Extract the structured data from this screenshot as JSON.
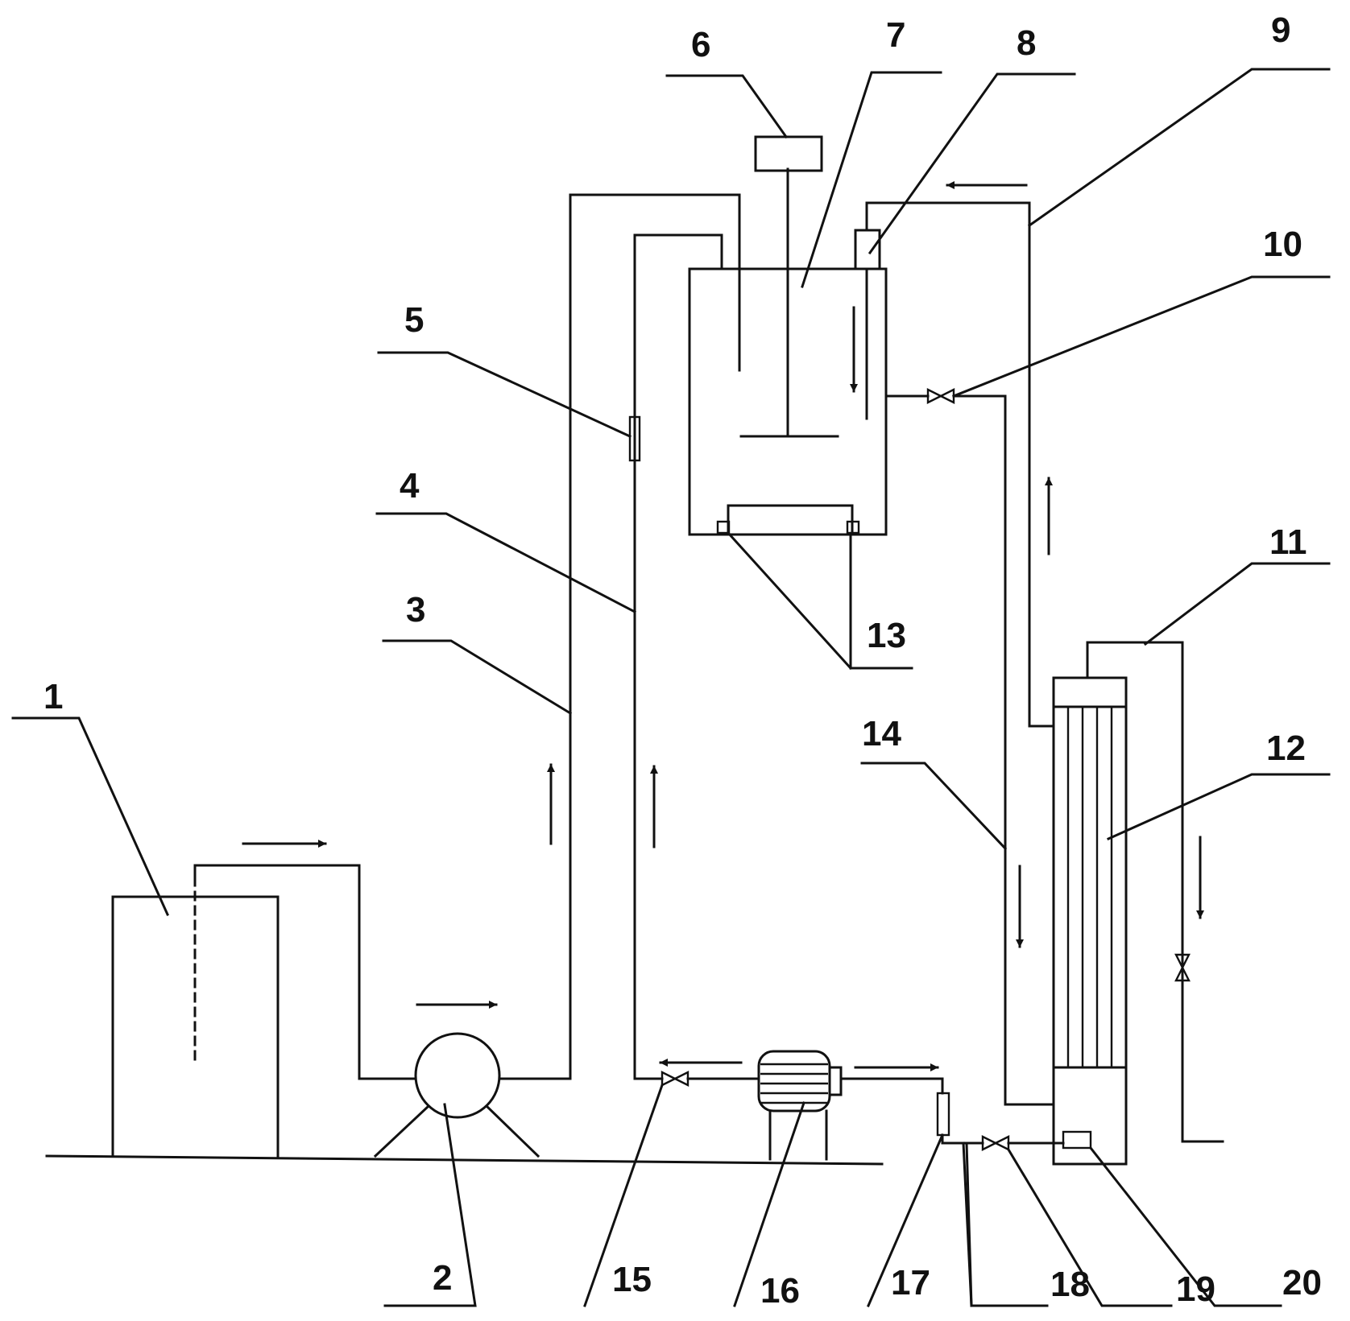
{
  "labels": {
    "l1": "1",
    "l2": "2",
    "l3": "3",
    "l4": "4",
    "l5": "5",
    "l6": "6",
    "l7": "7",
    "l8": "8",
    "l9": "9",
    "l10": "10",
    "l11": "11",
    "l12": "12",
    "l13": "13",
    "l14": "14",
    "l15": "15",
    "l16": "16",
    "l17": "17",
    "l18": "18",
    "l19": "19",
    "l20": "20"
  }
}
